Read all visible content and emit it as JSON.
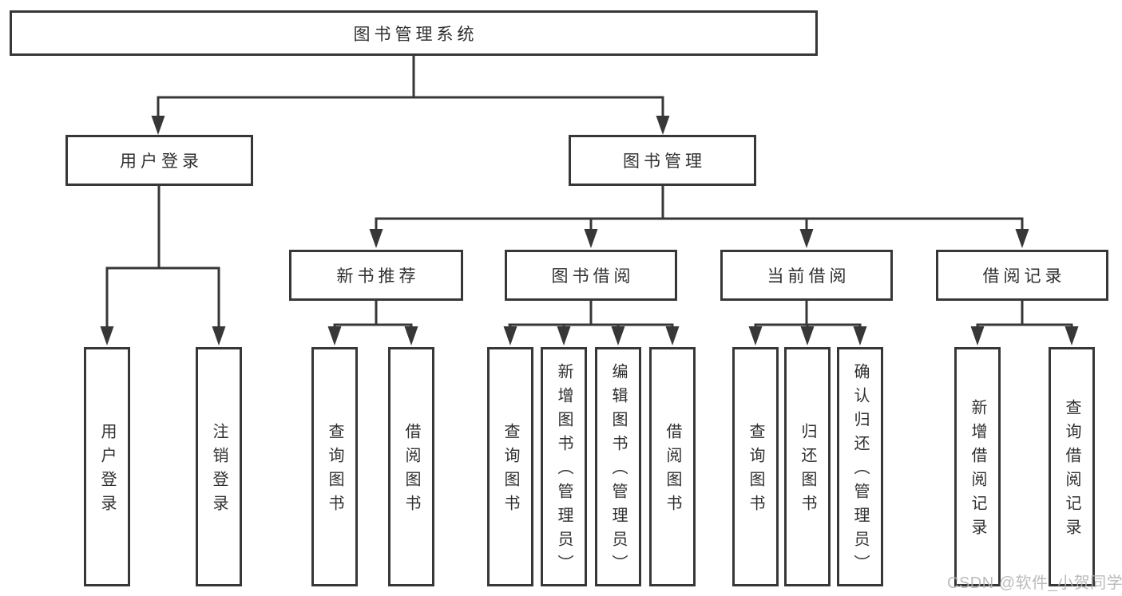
{
  "diagram": {
    "type": "hierarchy",
    "watermark": "CSDN @软件_小贺同学",
    "colors": {
      "line": "#373737",
      "box_border": "#373737",
      "text": "#2f2f2f",
      "background": "#ffffff",
      "watermark": "#b4b4b4"
    },
    "root": {
      "label": "图书管理系统"
    },
    "branches": [
      {
        "label": "用户登录",
        "children": [
          {
            "label": "用户登录"
          },
          {
            "label": "注销登录"
          }
        ]
      },
      {
        "label": "图书管理",
        "children": [
          {
            "label": "新书推荐",
            "children": [
              {
                "label": "查询图书"
              },
              {
                "label": "借阅图书"
              }
            ]
          },
          {
            "label": "图书借阅",
            "children": [
              {
                "label": "查询图书"
              },
              {
                "label": "新增图书（管理员）"
              },
              {
                "label": "编辑图书（管理员）"
              },
              {
                "label": "借阅图书"
              }
            ]
          },
          {
            "label": "当前借阅",
            "children": [
              {
                "label": "查询图书"
              },
              {
                "label": "归还图书"
              },
              {
                "label": "确认归还（管理员）"
              }
            ]
          },
          {
            "label": "借阅记录",
            "children": [
              {
                "label": "新增借阅记录"
              },
              {
                "label": "查询借阅记录"
              }
            ]
          }
        ]
      }
    ]
  }
}
